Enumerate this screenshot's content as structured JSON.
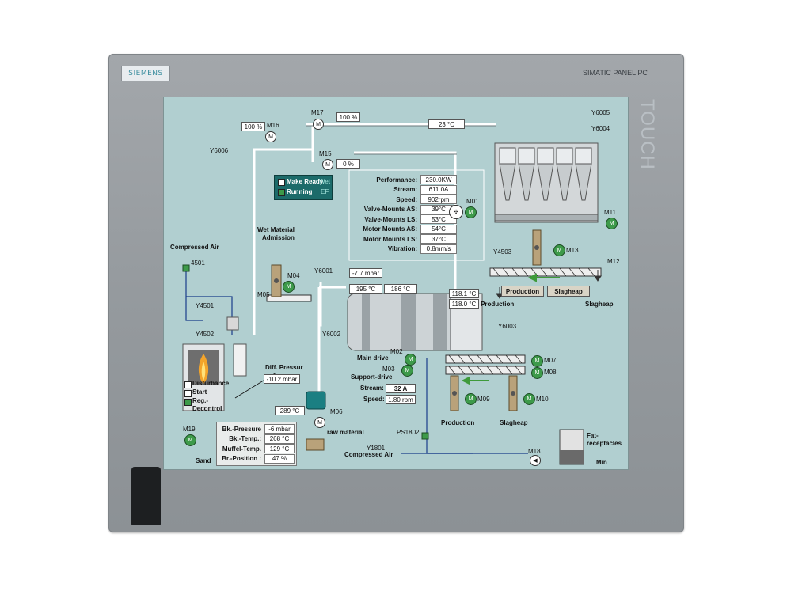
{
  "device": {
    "brand": "SIEMENS",
    "model": "SIMATIC PANEL PC",
    "touch_label": "TOUCH"
  },
  "top": {
    "m17_pct": "100 %",
    "m16_pct": "100 %",
    "m15_pct": "0   %",
    "temp_top": "23 °C",
    "m17": "M17",
    "m16": "M16",
    "m15": "M15",
    "y6006": "Y6006",
    "y6005": "Y6005",
    "y6004": "Y6004"
  },
  "status_panel": {
    "make_ready": "Make Ready",
    "wet": "Wet",
    "running": "Running",
    "ef": "EF"
  },
  "metrics": [
    {
      "label": "Performance:",
      "value": "230.0KW"
    },
    {
      "label": "Stream:",
      "value": "611.0A"
    },
    {
      "label": "Speed:",
      "value": "902rpm"
    },
    {
      "label": "Valve-Mounts AS:",
      "value": "39°C"
    },
    {
      "label": "Valve-Mounts LS:",
      "value": "53°C"
    },
    {
      "label": "Motor Mounts AS:",
      "value": "54°C"
    },
    {
      "label": "Motor Mounts LS:",
      "value": "37°C"
    },
    {
      "label": "Vibration:",
      "value": "0.8mm/s"
    }
  ],
  "left": {
    "compressed_air": "Compressed Air",
    "a501": "4501",
    "y4501": "Y4501",
    "y4502": "Y4502",
    "wet_material": "Wet Material",
    "admission": "Admission",
    "m04": "M04",
    "m05": "M05",
    "diff_pressure": "Diff. Pressur",
    "diff_value": "-10.2 mbar"
  },
  "furnace_legend": {
    "disturbance": "Disturbance",
    "start": "Start",
    "reg": "Reg.-",
    "decontrol": "Decontrol"
  },
  "bottom_left": {
    "m19": "M19",
    "sand": "Sand",
    "temp_289": "289  °C",
    "m06": "M06",
    "raw_material": "raw material",
    "table": [
      {
        "label": "Bk.-Pressure",
        "value": "-6 mbar"
      },
      {
        "label": "Bk.-Temp.:",
        "value": "268 °C"
      },
      {
        "label": "Muffel-Temp.",
        "value": "129 °C"
      },
      {
        "label": "Br.-Position :",
        "value": "47 %"
      }
    ]
  },
  "drum": {
    "y6001": "Y6001",
    "mbar": "-7.7 mbar",
    "t195": "195  °C",
    "t186": "186  °C",
    "t118_1": "118.1 °C",
    "t118_0": "118.0 °C",
    "y6002": "Y6002",
    "m01": "M01",
    "main_drive": "Main drive",
    "m02": "M02",
    "m03": "M03",
    "support_drive": "Support-drive"
  },
  "support": {
    "stream_label": "Stream:",
    "stream_value": "32 A",
    "speed_label": "Speed:",
    "speed_value": "1.80 rpm"
  },
  "right": {
    "m11": "M11",
    "y4503": "Y4503",
    "m13": "M13",
    "m12": "M12",
    "production_btn": "Production",
    "slagheap_btn": "Slagheap",
    "production": "Production",
    "slagheap": "Slagheap",
    "y6003": "Y6003",
    "m07": "M07",
    "m08": "M08",
    "m09": "M09",
    "m10": "M10",
    "production2": "Production",
    "slagheap2": "Slagheap"
  },
  "bottom_right": {
    "ps1802": "PS1802",
    "y1801": "Y1801",
    "compressed_air2": "Compressed Air",
    "m18": "M18",
    "fat": "Fat-",
    "receptacles": "receptacles",
    "min": "Min"
  },
  "colors": {
    "screen": "#b1cfd0",
    "motor_green": "#3d9a4a",
    "pipe": "#ffffff",
    "status_bg": "#1c6b6a",
    "arrow": "#3e9a3a"
  }
}
